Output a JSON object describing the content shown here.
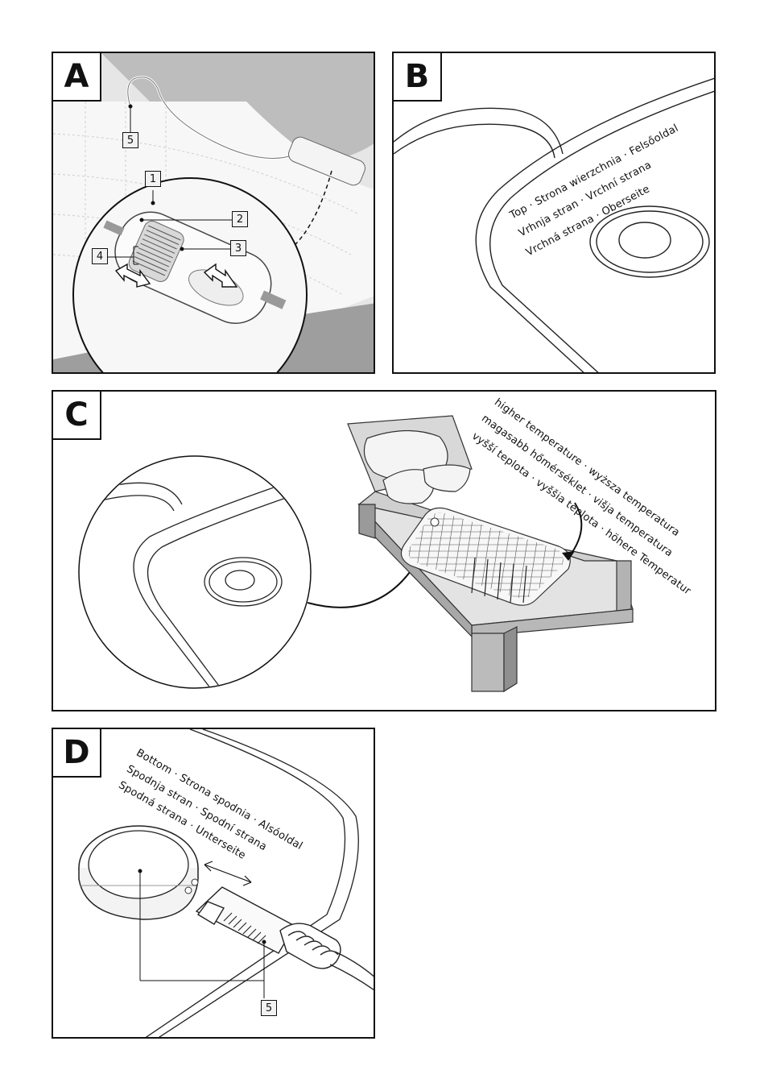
{
  "panels": {
    "a": {
      "letter": "A",
      "callouts": [
        "1",
        "2",
        "3",
        "4",
        "5"
      ]
    },
    "b": {
      "letter": "B",
      "lines": [
        "Top · Strona wierzchnia · Felsőoldal",
        "Vrhnja stran · Vrchní strana",
        "Vrchná strana · Oberseite"
      ]
    },
    "c": {
      "letter": "C",
      "lines": [
        "higher temperature · wyższa temperatura",
        "magasabb hőmérséklet · višja temperatura",
        "vyšší teplota · vyššia teplota · höhere Temperatur"
      ]
    },
    "d": {
      "letter": "D",
      "lines": [
        "Bottom · Strona spodnia · Alsóoldal",
        "Spodnja stran · Spodní strana",
        "Spodná strana · Unterseite"
      ],
      "callout": "5"
    }
  }
}
